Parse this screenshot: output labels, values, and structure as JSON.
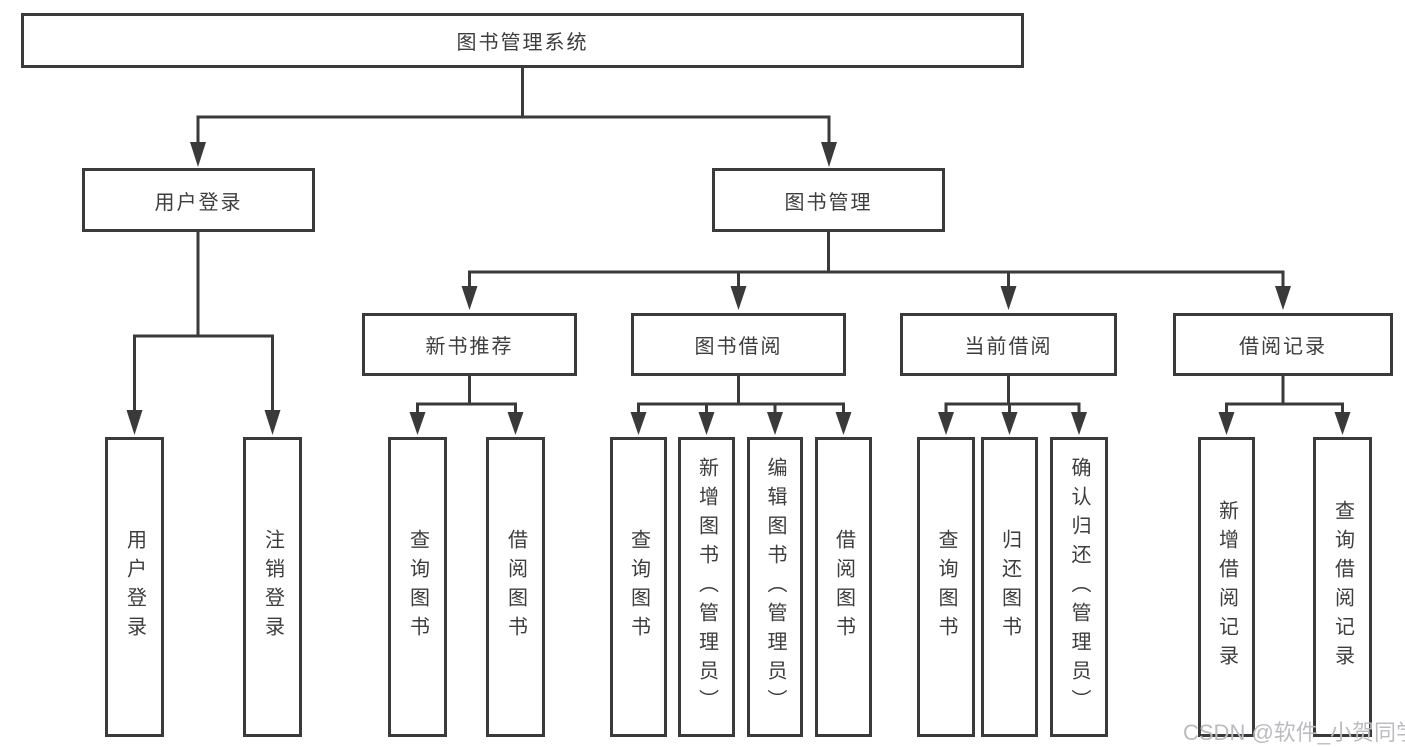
{
  "diagram": {
    "type": "tree-structure-chart",
    "root": {
      "label": "图书管理系统"
    },
    "branches": [
      {
        "label": "用户登录",
        "children": [
          {
            "label": "用户登录"
          },
          {
            "label": "注销登录"
          }
        ]
      },
      {
        "label": "图书管理",
        "children": [
          {
            "label": "新书推荐",
            "children": [
              {
                "label": "查询图书"
              },
              {
                "label": "借阅图书"
              }
            ]
          },
          {
            "label": "图书借阅",
            "children": [
              {
                "label": "查询图书"
              },
              {
                "label": "新增图书（管理员）"
              },
              {
                "label": "编辑图书（管理员）"
              },
              {
                "label": "借阅图书"
              }
            ]
          },
          {
            "label": "当前借阅",
            "children": [
              {
                "label": "查询图书"
              },
              {
                "label": "归还图书"
              },
              {
                "label": "确认归还（管理员）"
              }
            ]
          },
          {
            "label": "借阅记录",
            "children": [
              {
                "label": "新增借阅记录"
              },
              {
                "label": "查询借阅记录"
              }
            ]
          }
        ]
      }
    ],
    "watermark": "CSDN @软件_小贺同学",
    "colors": {
      "line": "#3a3a3a",
      "text": "#3d3d3d",
      "background": "#ffffff",
      "watermark": "#bcbcc0"
    }
  }
}
